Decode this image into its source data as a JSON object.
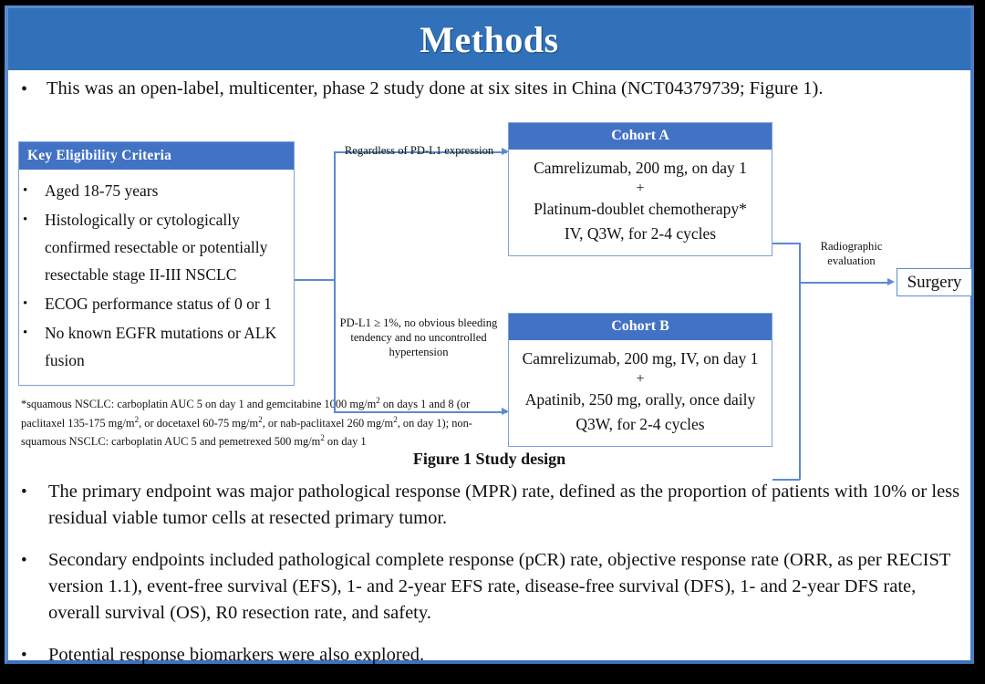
{
  "slide": {
    "title": "Methods",
    "accent_color": "#3071b9",
    "header_box_color": "#4272c4",
    "connector_color": "#5b8bd0"
  },
  "intro": {
    "bullet": "•",
    "text": "This was an open-label, multicenter, phase 2 study done at six sites in China (NCT04379739; Figure 1)."
  },
  "figure": {
    "caption": "Figure 1 Study design",
    "eligibility": {
      "header": "Key  Eligibility Criteria",
      "bullet": "•",
      "items": [
        "Aged 18-75 years",
        "Histologically or cytologically confirmed resectable or potentially resectable stage II-III  NSCLC",
        "ECOG performance status of 0 or 1",
        "No known EGFR mutations or ALK fusion"
      ]
    },
    "footnote_line1_a": "*squamous NSCLC: carboplatin AUC 5 on day 1 and gemcitabine 1000 mg/m",
    "footnote_line1_b": " on days 1 and 8 (or paclitaxel 135-175  mg/m",
    "footnote_line1_c": ", or docetaxel 60-75 mg/m",
    "footnote_line1_d": ", or nab-paclitaxel 260 mg/m",
    "footnote_line1_e": ", on day 1); non-squamous NSCLC: carboplatin AUC 5 and pemetrexed 500 mg/m",
    "footnote_line1_f": " on day 1",
    "footnote_sup": "2",
    "arrow_label_top": "Regardless  of PD-L1 expression",
    "arrow_label_bottom": "PD-L1 ≥ 1%, no obvious bleeding tendency and no uncontrolled  hypertension",
    "arrow_label_right": "Radiographic evaluation",
    "cohort_a": {
      "header": "Cohort A",
      "line1": "Camrelizumab, 200 mg, on day 1",
      "plus": "+",
      "line2": "Platinum-doublet chemotherapy*",
      "line3": "IV, Q3W, for 2-4 cycles"
    },
    "cohort_b": {
      "header": "Cohort B",
      "line1": "Camrelizumab, 200 mg, IV, on day 1",
      "plus": "+",
      "line2": "Apatinib, 250 mg, orally, once daily",
      "line3": "Q3W, for 2-4 cycles"
    },
    "surgery": "Surgery"
  },
  "endpoints": {
    "bullet": "•",
    "items": [
      "The primary endpoint was major pathological response (MPR) rate, defined as the proportion of patients with 10% or less residual viable tumor cells at resected primary tumor.",
      "Secondary endpoints included pathological complete response (pCR) rate, objective response rate (ORR, as per RECIST version 1.1), event-free survival (EFS), 1- and 2-year EFS rate, disease-free survival (DFS), 1- and 2-year DFS rate, overall survival (OS), R0 resection rate, and safety.",
      "Potential response biomarkers were also explored."
    ]
  }
}
